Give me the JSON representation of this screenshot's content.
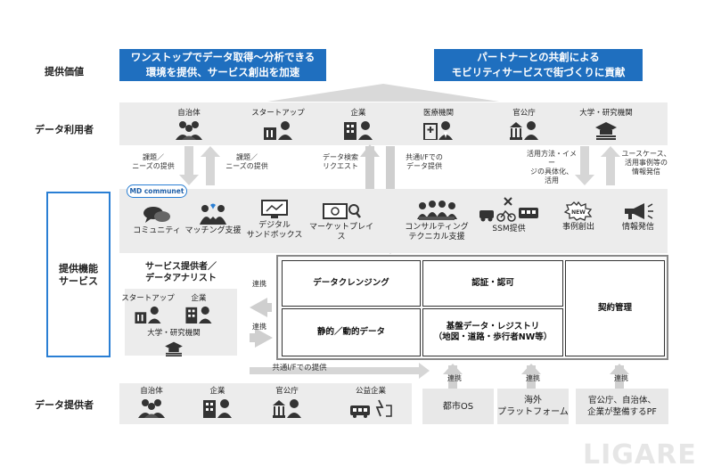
{
  "row_labels": {
    "value": "提供価値",
    "users": "データ利用者",
    "services": "提供機能\nサービス",
    "providers": "データ提供者"
  },
  "banners": {
    "left": [
      "ワンストップでデータ取得～分析できる",
      "環境を提供、サービス創出を加速"
    ],
    "right": [
      "パートナーとの共創による",
      "モビリティサービスで街づくりに貢献"
    ]
  },
  "users": [
    {
      "label": "自治体",
      "icon": "people-group-icon"
    },
    {
      "label": "スタートアップ",
      "icon": "startup-person-icon"
    },
    {
      "label": "企業",
      "icon": "company-building-icon"
    },
    {
      "label": "医療機関",
      "icon": "hospital-doctor-icon"
    },
    {
      "label": "官公庁",
      "icon": "government-building-icon"
    },
    {
      "label": "大学・研究機関",
      "icon": "university-icon"
    }
  ],
  "flow_notes": {
    "n1": [
      "課題／",
      "ニーズの提供"
    ],
    "n2": [
      "課題／",
      "ニーズの提供"
    ],
    "n3": [
      "データ検索",
      "リクエスト"
    ],
    "n4": [
      "共通I/Fでの",
      "データ提供"
    ],
    "n5": [
      "活用方法・イメー",
      "ジの具体化、",
      "活用"
    ],
    "n6": [
      "ユースケース、",
      "活用事例等の",
      "情報発信"
    ]
  },
  "md_badge": "MD communet",
  "services": [
    {
      "label": "コミュニティ",
      "icon": "community-chat-icon"
    },
    {
      "label": "マッチング支援",
      "icon": "matching-handshake-icon"
    },
    {
      "label": "デジタル\nサンドボックス",
      "icon": "sandbox-monitor-icon"
    },
    {
      "label": "マーケットプレイス",
      "icon": "marketplace-search-icon"
    },
    {
      "label": "コンサルティング\nテクニカル支援",
      "icon": "consulting-meeting-icon"
    },
    {
      "label": "SSM提供",
      "icon": "ssm-vehicles-icon"
    },
    {
      "label": "事例創出",
      "icon": "new-badge-icon"
    },
    {
      "label": "情報発信",
      "icon": "megaphone-icon"
    }
  ],
  "analyst": {
    "title": "サービス提供者／\nデータアナリスト",
    "startup": "スタートアップ",
    "company": "企業",
    "university": "大学・研究機関"
  },
  "links": {
    "l1": "連携",
    "l2": "連携",
    "p1": "連携",
    "p2": "連携",
    "p3": "連携"
  },
  "core_boxes": {
    "cleansing": "データクレンジング",
    "auth": "認証・認可",
    "contract": "契約管理",
    "static": "静的／動的データ",
    "registry": "基盤データ・レジストリ\n（地図・道路・歩行者NW等）"
  },
  "common_if": "共通I/Fでの提供",
  "providers": [
    {
      "label": "自治体",
      "icon": "people-group-icon"
    },
    {
      "label": "企業",
      "icon": "company-building-icon"
    },
    {
      "label": "官公庁",
      "icon": "government-building-icon"
    },
    {
      "label": "公益企業",
      "icon": "utility-icon"
    }
  ],
  "platforms": {
    "city_os": "都市OS",
    "overseas": "海外\nプラットフォーム",
    "gov_pf": "官公庁、自治体、\n企業が整備するPF"
  },
  "watermark": "LIGARE"
}
